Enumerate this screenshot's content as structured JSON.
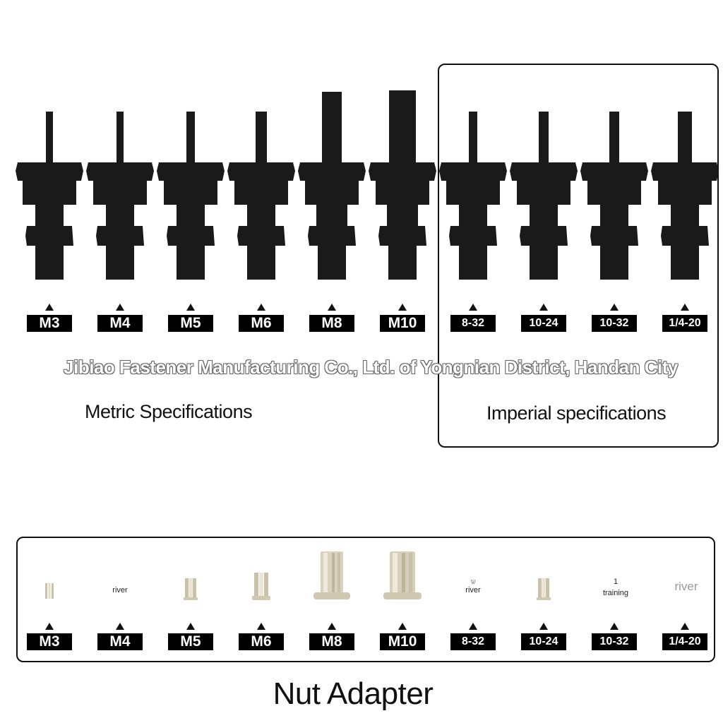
{
  "colors": {
    "steel": "#1a1a1a",
    "label_bg": "#000000",
    "label_fg": "#ffffff",
    "brass": "#d8d1bd"
  },
  "metric": {
    "heading": "Metric Specifications",
    "sizes": [
      "M3",
      "M4",
      "M5",
      "M6",
      "M8",
      "M10"
    ]
  },
  "imperial": {
    "heading": "Imperial specifications",
    "sizes": [
      "8-32",
      "10-24",
      "10-32",
      "1/4-20"
    ]
  },
  "watermark": "Jibiao Fastener Manufacturing Co., Ltd. of Yongnian District, Handan City",
  "nut_adapter": {
    "title": "Nut Adapter",
    "labels": [
      "M3",
      "M4",
      "M5",
      "M6",
      "M8",
      "M10",
      "8-32",
      "10-24",
      "10-32",
      "1/4-20"
    ],
    "captions": {
      "m4": "river",
      "n832": "river",
      "n1032_num": "1",
      "n1032_word": "training",
      "n1420": "river"
    }
  }
}
